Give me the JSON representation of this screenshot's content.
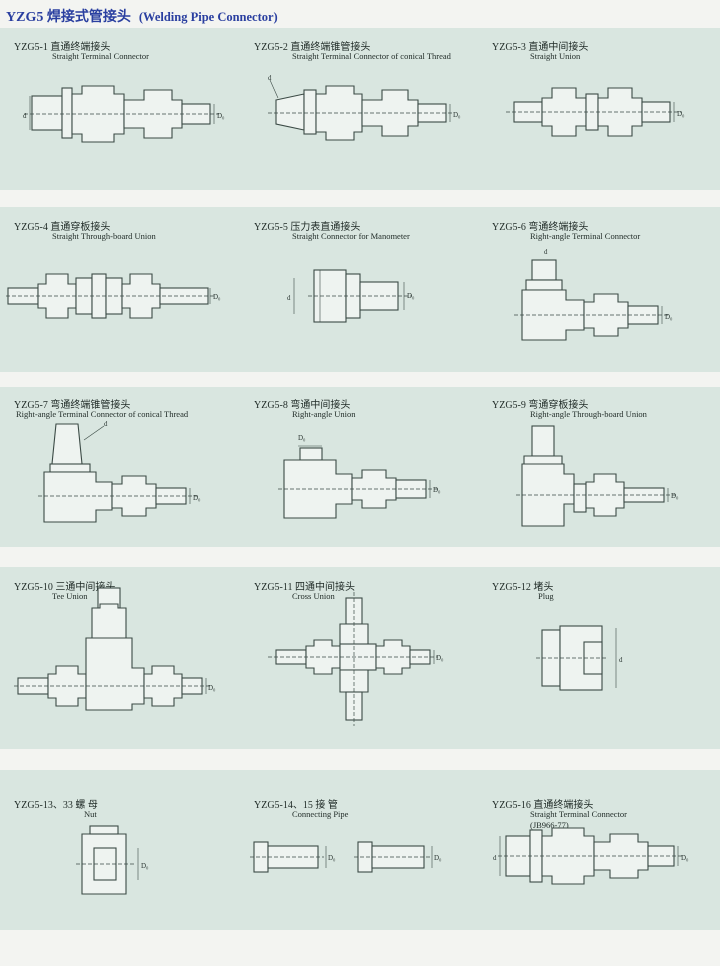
{
  "header": {
    "title_cn": "YZG5 焊接式管接头",
    "title_en": "(Welding Pipe Connector)"
  },
  "items": [
    {
      "code": "YZG5-1 直通终端接头",
      "name": "Straight Terminal Connector"
    },
    {
      "code": "YZG5-2 直通终端锥管接头",
      "name": "Straight Terminal Connector of conical Thread"
    },
    {
      "code": "YZG5-3 直通中间接头",
      "name": "Straight Union"
    },
    {
      "code": "YZG5-4 直通穿板接头",
      "name": "Straight Through-board Union"
    },
    {
      "code": "YZG5-5 压力表直通接头",
      "name": "Straight Connector for Manometer"
    },
    {
      "code": "YZG5-6 弯通终端接头",
      "name": "Right-angle Terminal Connector"
    },
    {
      "code": "YZG5-7 弯通终端锥管接头",
      "name": "Right-angle Terminal Connector of conical Thread"
    },
    {
      "code": "YZG5-8 弯通中间接头",
      "name": "Right-angle Union"
    },
    {
      "code": "YZG5-9 弯通穿板接头",
      "name": "Right-angle Through-board Union"
    },
    {
      "code": "YZG5-10 三通中间接头",
      "name": "Tee Union"
    },
    {
      "code": "YZG5-11 四通中间接头",
      "name": "Cross Union"
    },
    {
      "code": "YZG5-12 堵头",
      "name": "Plug"
    },
    {
      "code": "YZG5-13、33 螺 母",
      "name": "Nut"
    },
    {
      "code": "YZG5-14、15 接 管",
      "name": "Connecting Pipe"
    },
    {
      "code": "YZG5-16 直通终端接头",
      "name": "Straight Terminal Connector",
      "sub": "(JB966-77)"
    }
  ],
  "dims": {
    "d": "d",
    "D0": "D₀"
  }
}
